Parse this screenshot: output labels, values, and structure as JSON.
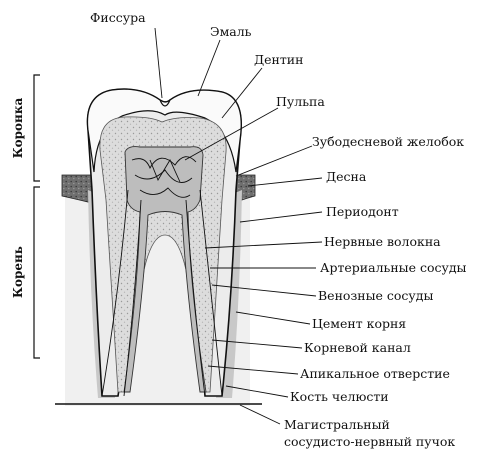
{
  "diagram": {
    "side_labels": {
      "crown": "Коронка",
      "root": "Корень"
    },
    "labels": {
      "fissure": "Фиссура",
      "enamel": "Эмаль",
      "dentin": "Дентин",
      "pulp": "Пульпа",
      "gingival_groove": "Зубодесневой желобок",
      "gum": "Десна",
      "periodontium": "Периодонт",
      "nerve_fibers": "Нервные волокна",
      "arterial_vessels": "Артериальные сосуды",
      "venous_vessels": "Венозные сосуды",
      "root_cementum": "Цемент корня",
      "root_canal": "Корневой канал",
      "apical_foramen": "Апикальное отверстие",
      "jaw_bone": "Кость челюсти",
      "bundle_line1": "Магистральный",
      "bundle_line2": "сосудисто-нервный пучок"
    }
  }
}
